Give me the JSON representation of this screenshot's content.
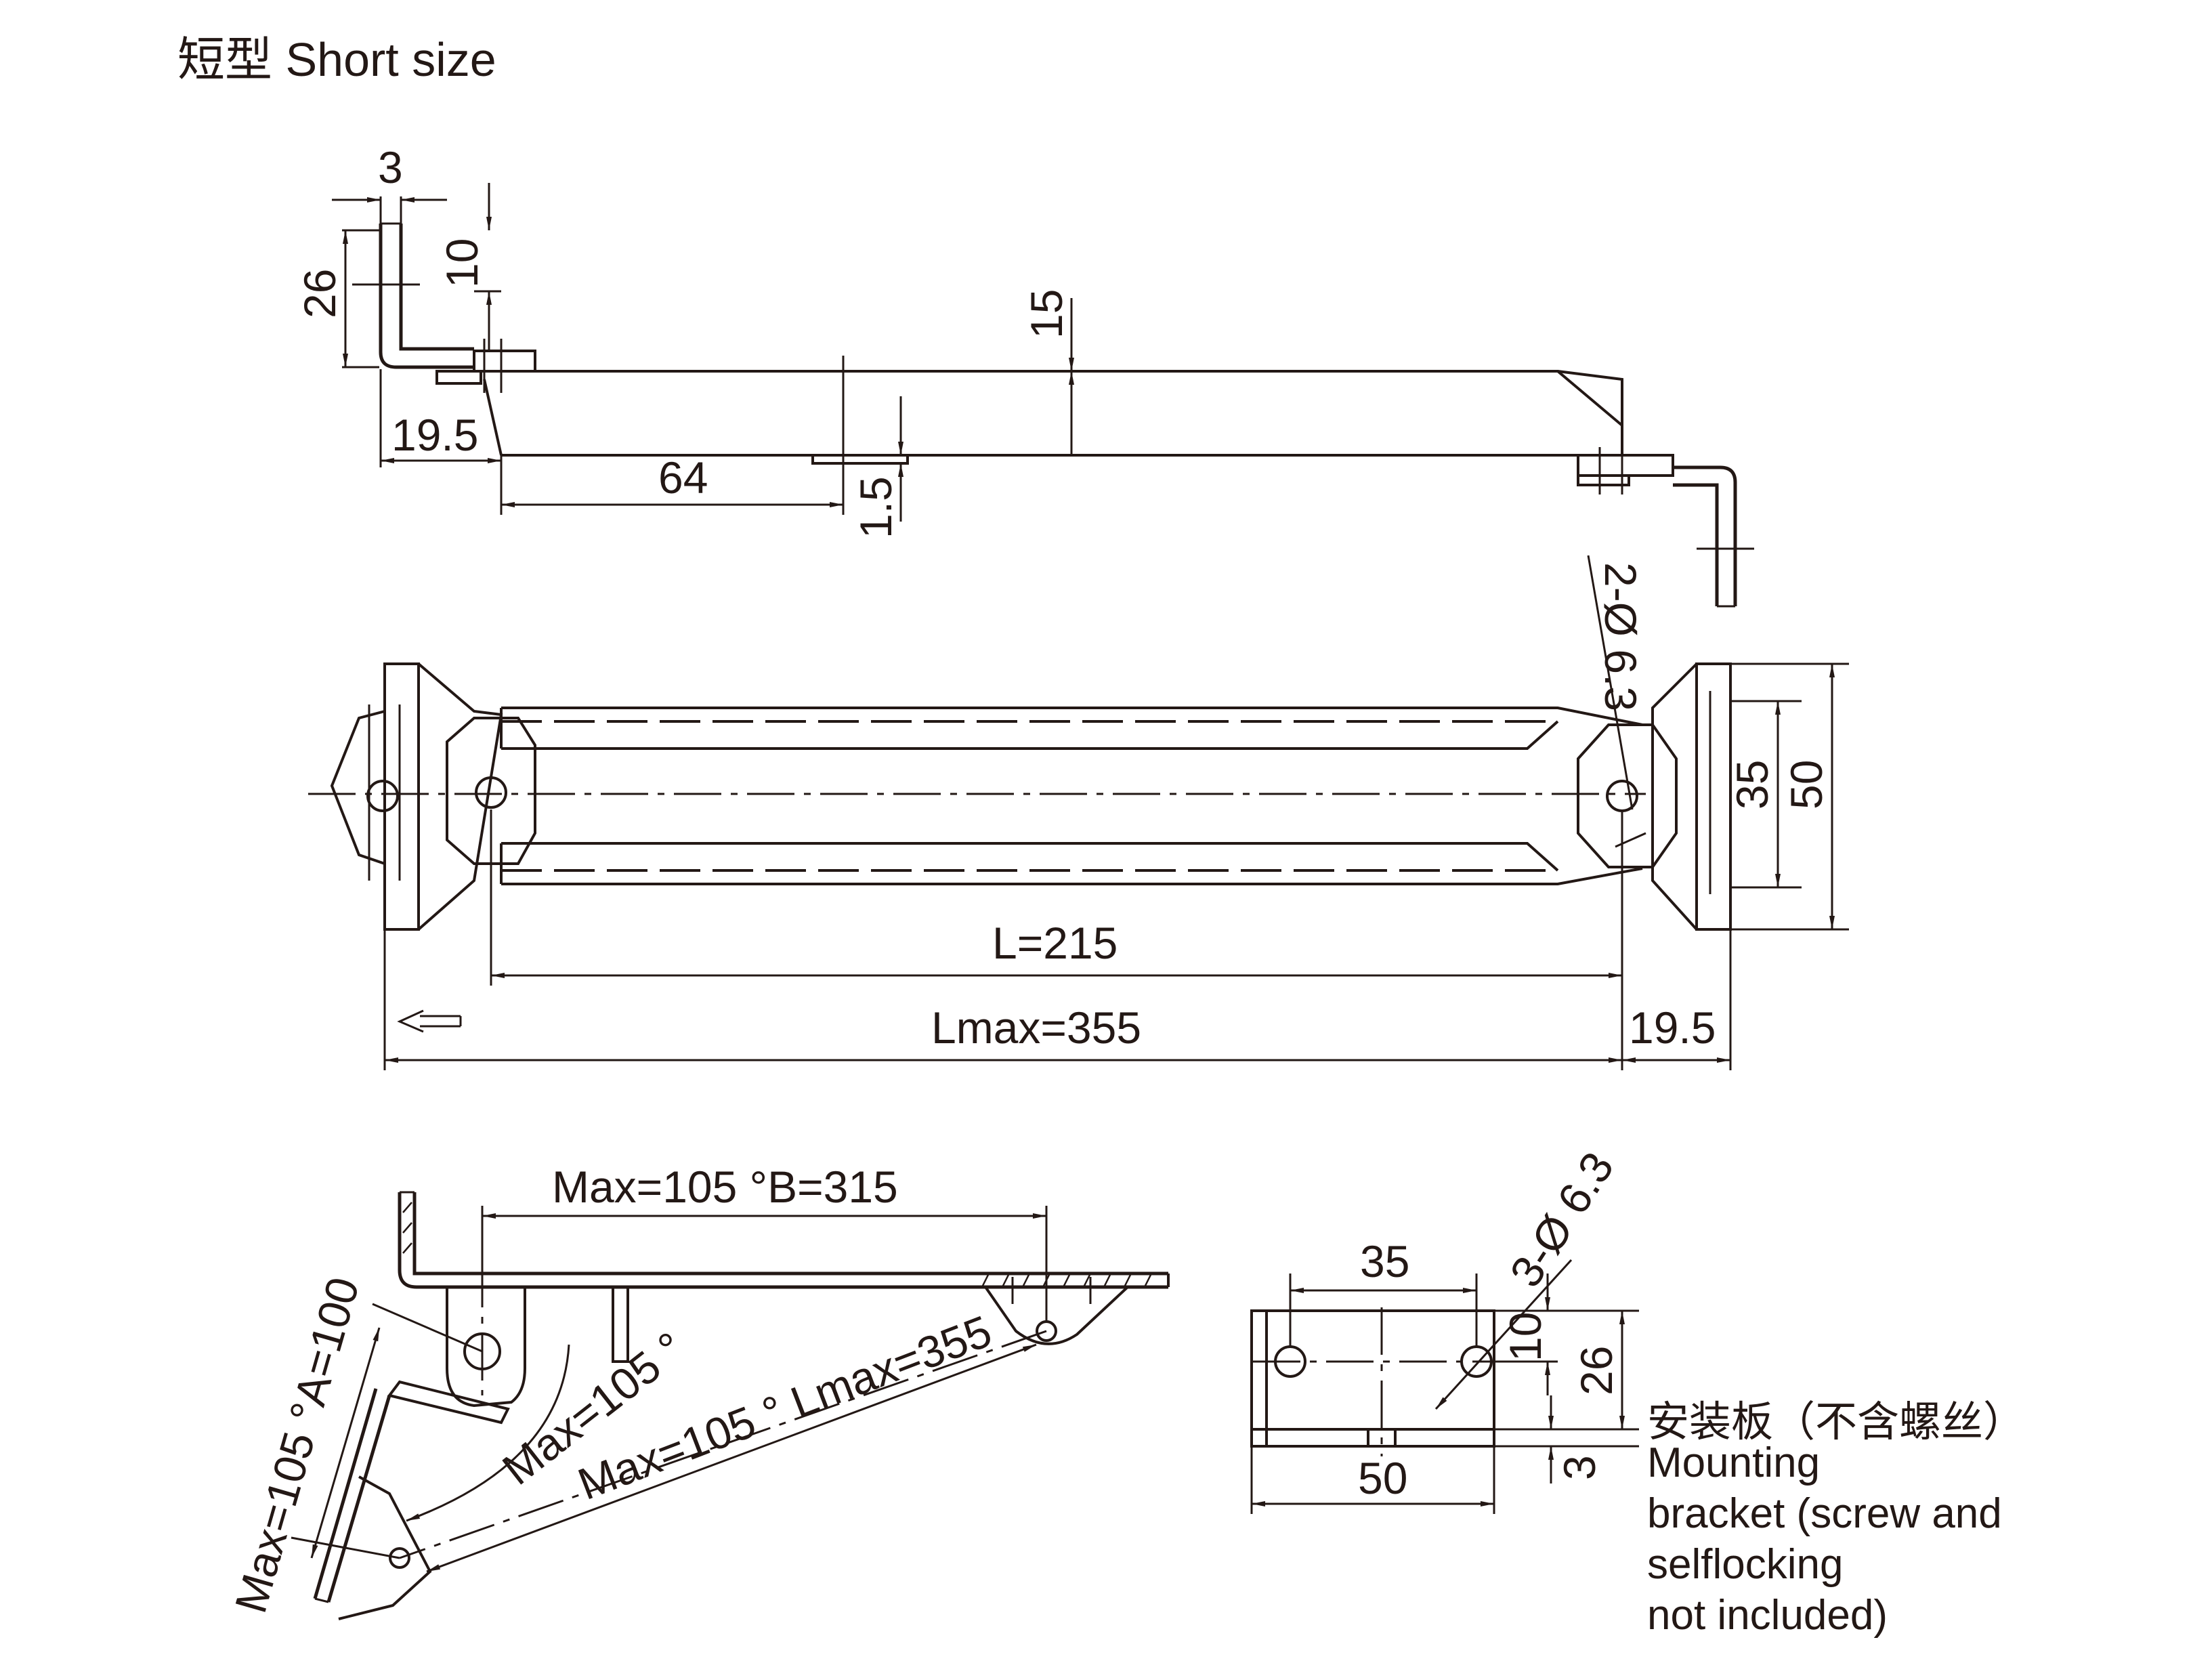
{
  "title": "短型 Short size",
  "side_view": {
    "dim_3": "3",
    "dim_26": "26",
    "dim_10": "10",
    "dim_15": "15",
    "dim_19_5": "19.5",
    "dim_64": "64",
    "dim_1_5": "1.5"
  },
  "top_view": {
    "hole_note": "2-Ø 6.3",
    "dim_35": "35",
    "dim_50": "50",
    "dim_L": "L=215",
    "dim_Lmax": "Lmax=355",
    "dim_19_5": "19.5"
  },
  "open_view": {
    "dim_B": "Max=105 °B=315",
    "dim_A": "Max=105 °A=100",
    "angle": "Max=105 °",
    "dim_Lmax": "Max=105 °  Lmax=355"
  },
  "bracket_view": {
    "hole_note": "3-Ø 6.3",
    "dim_35": "35",
    "dim_50": "50",
    "dim_10": "10",
    "dim_26": "26",
    "dim_3": "3",
    "label_cn": "安装板（不含螺丝）",
    "label_en_1": "Mounting",
    "label_en_2": "bracket (screw and",
    "label_en_3": "selflocking",
    "label_en_4": "not included)"
  }
}
